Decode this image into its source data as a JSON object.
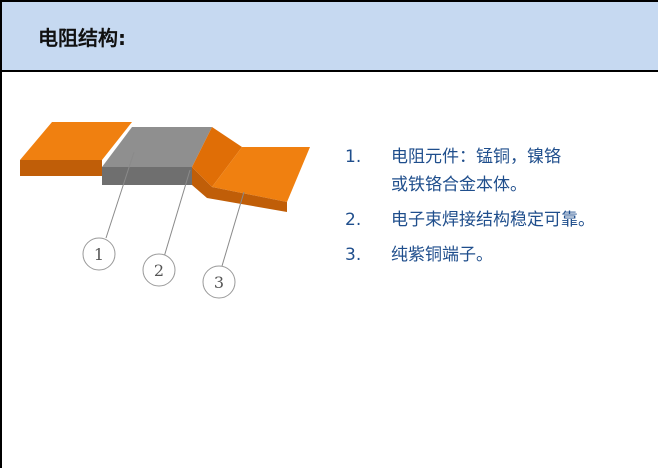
{
  "header": {
    "title": "电阻结构:"
  },
  "figure": {
    "callouts": [
      "1",
      "2",
      "3"
    ],
    "colors": {
      "terminal": "#f08010",
      "terminal_dark": "#c05e08",
      "element": "#8f8f8f",
      "element_dark": "#6f6f6f"
    }
  },
  "list": {
    "items": [
      {
        "num": "1.",
        "lines": [
          "电阻元件：锰铜，镍铬",
          "或铁铬合金本体。"
        ]
      },
      {
        "num": "2.",
        "lines": [
          "电子束焊接结构稳定可靠。"
        ]
      },
      {
        "num": "3.",
        "lines": [
          "纯紫铜端子。"
        ]
      }
    ]
  }
}
